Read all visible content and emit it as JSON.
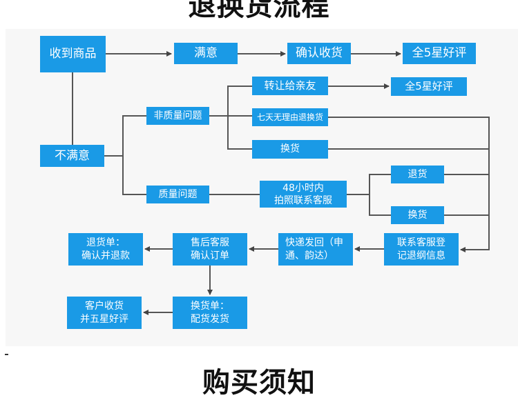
{
  "titles": {
    "top": "退换货流程",
    "bottom": "购买须知"
  },
  "colors": {
    "box": "#1a9ae6",
    "line": "#555555",
    "panel": "#f7f7f7"
  },
  "nodes": {
    "received": "收到商品",
    "satisfied": "满意",
    "confirm_receipt": "确认收货",
    "five_star_1": "全5星好评",
    "transfer": "转让给亲友",
    "five_star_2": "全5星好评",
    "non_quality": "非质量问题",
    "seven_days": "七天无理由退换货",
    "exchange_1": "换货",
    "unsatisfied": "不满意",
    "quality": "质量问题",
    "contact_48h": [
      "48小时内",
      "拍照联系客服"
    ],
    "return_right": "退货",
    "exchange_right": "换货",
    "register": [
      "联系客服登",
      "记退纲信息"
    ],
    "ship_back": [
      "快递发回（申",
      "通、韵达）"
    ],
    "aftersales": [
      "售后客服",
      "确认订单"
    ],
    "refund": [
      "退货单：",
      "确认并退款"
    ],
    "exchange_order": [
      "换货单：",
      "配货发货"
    ],
    "customer_receive": [
      "客户收货",
      "并五星好评"
    ]
  }
}
